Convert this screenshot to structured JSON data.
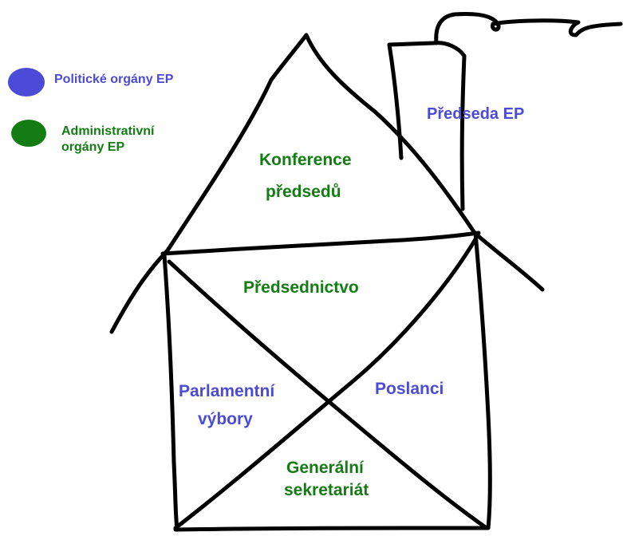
{
  "colors": {
    "political": "#4b4bd8",
    "administrative": "#137c13",
    "stroke": "#000000"
  },
  "legend": {
    "political": "Politické orgány EP",
    "administrative_line1": "Administrativní",
    "administrative_line2": "orgány EP"
  },
  "diagram": {
    "chimney": "Předseda EP",
    "roof_line1": "Konference",
    "roof_line2": "předsedů",
    "top": "Předsednictvo",
    "left_line1": "Parlamentní",
    "left_line2": "výbory",
    "right": "Poslanci",
    "bottom_line1": "Generální",
    "bottom_line2": "sekretariát"
  }
}
